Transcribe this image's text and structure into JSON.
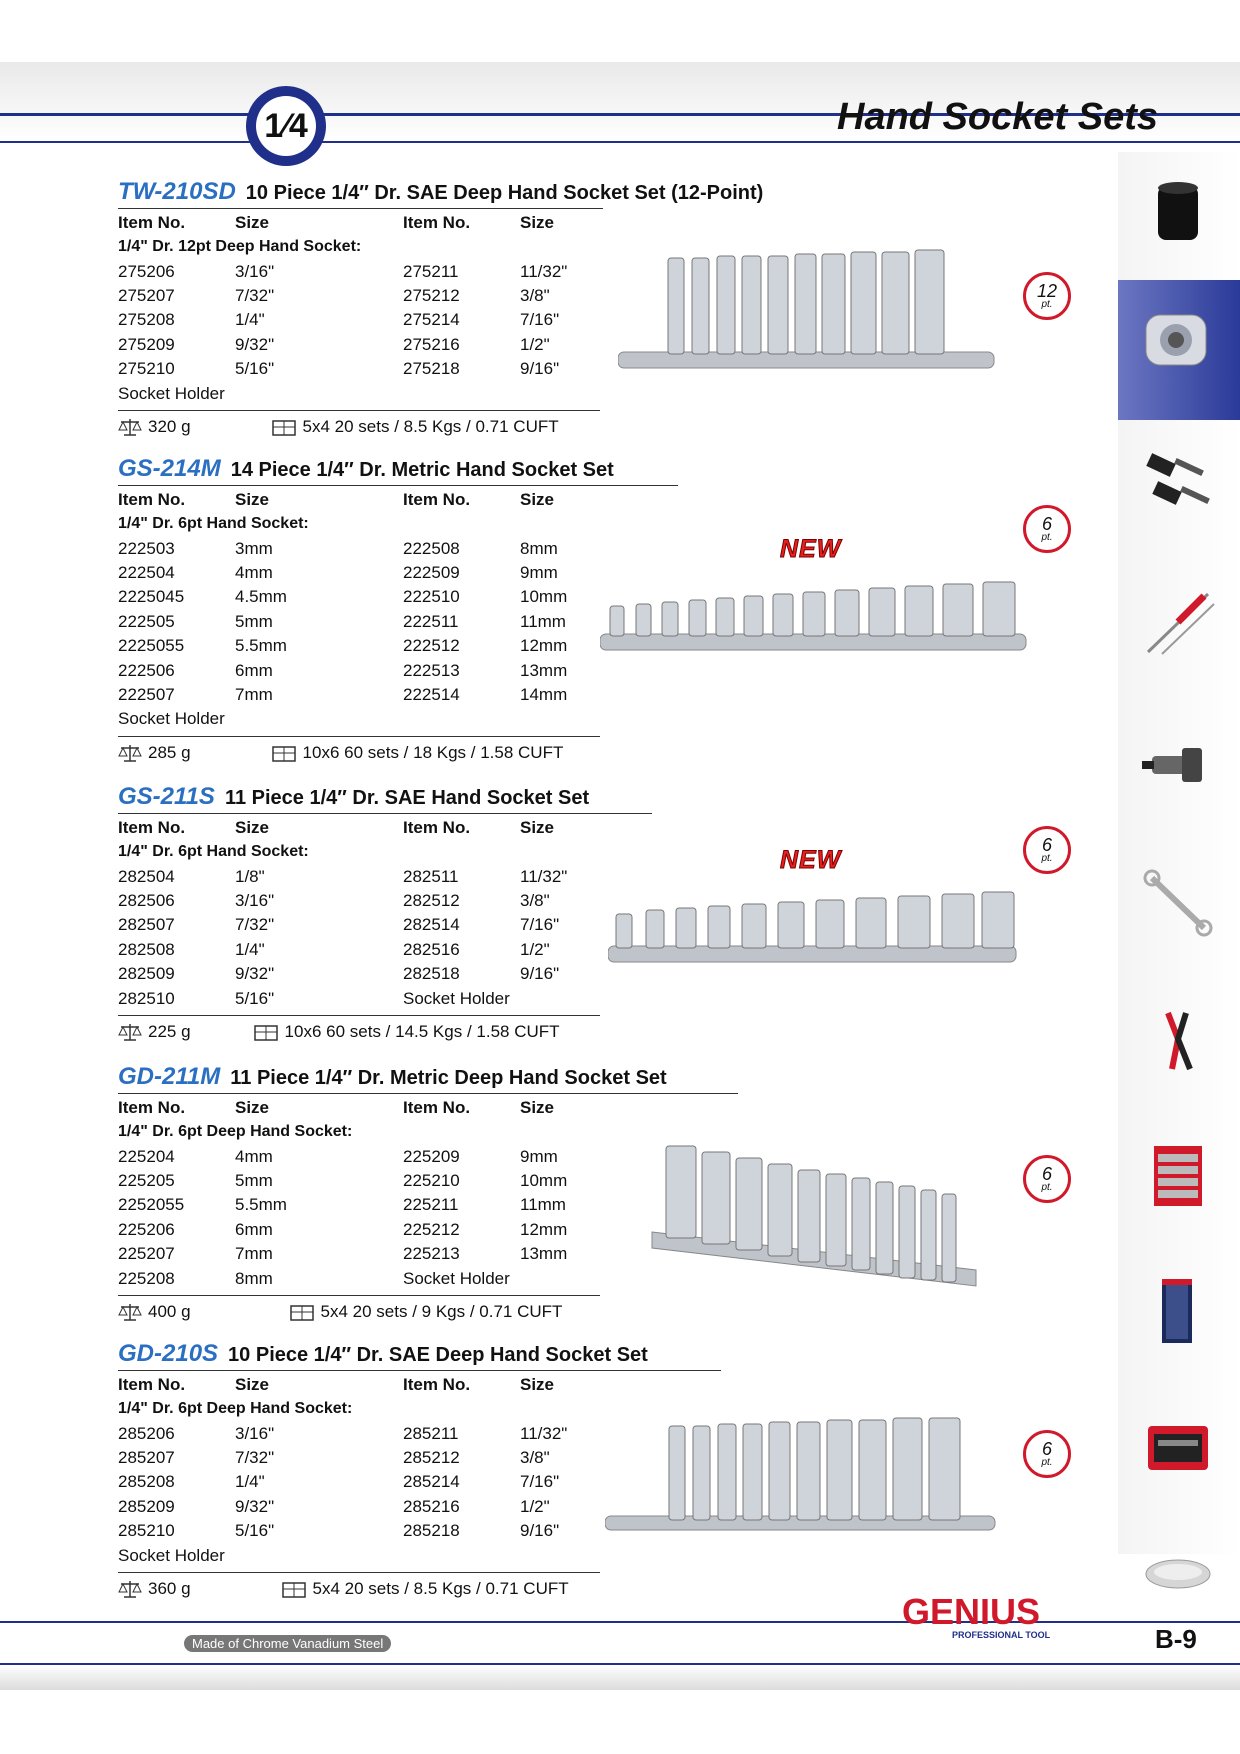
{
  "header": {
    "title": "Hand Socket Sets",
    "badge": "1⁄4"
  },
  "labels": {
    "item_no": "Item No.",
    "size": "Size"
  },
  "sections": [
    {
      "code": "TW-210SD",
      "title": "10 Piece 1/4″ Dr. SAE Deep Hand Socket Set (12-Point)",
      "subheading": "1/4\" Dr. 12pt Deep Hand Socket:",
      "rows": [
        [
          "275206",
          "3/16\"",
          "275211",
          "11/32\""
        ],
        [
          "275207",
          "7/32\"",
          "275212",
          "3/8\""
        ],
        [
          "275208",
          "1/4\"",
          "275214",
          "7/16\""
        ],
        [
          "275209",
          "9/32\"",
          "275216",
          "1/2\""
        ],
        [
          "275210",
          "5/16\"",
          "275218",
          "9/16\""
        ],
        [
          "Socket Holder",
          "",
          "",
          ""
        ]
      ],
      "weight": "320 g",
      "packing": "5x4  20 sets / 8.5 Kgs / 0.71 CUFT",
      "points": "12",
      "points_unit": "pt.",
      "new": ""
    },
    {
      "code": "GS-214M",
      "title": "14 Piece 1/4″ Dr. Metric Hand Socket Set",
      "subheading": "1/4\" Dr. 6pt Hand Socket:",
      "rows": [
        [
          "222503",
          "3mm",
          "222508",
          "8mm"
        ],
        [
          "222504",
          "4mm",
          "222509",
          "9mm"
        ],
        [
          "2225045",
          "4.5mm",
          "222510",
          "10mm"
        ],
        [
          "222505",
          "5mm",
          "222511",
          "11mm"
        ],
        [
          "2225055",
          "5.5mm",
          "222512",
          "12mm"
        ],
        [
          "222506",
          "6mm",
          "222513",
          "13mm"
        ],
        [
          "222507",
          "7mm",
          "222514",
          "14mm"
        ],
        [
          "Socket Holder",
          "",
          "",
          ""
        ]
      ],
      "weight": "285 g",
      "packing": "10x6  60 sets / 18 Kgs / 1.58 CUFT",
      "points": "6",
      "points_unit": "pt.",
      "new": "NEW"
    },
    {
      "code": "GS-211S",
      "title": "11 Piece 1/4″ Dr. SAE Hand Socket Set",
      "subheading": "1/4\" Dr. 6pt Hand Socket:",
      "rows": [
        [
          "282504",
          "1/8\"",
          "282511",
          "11/32\""
        ],
        [
          "282506",
          "3/16\"",
          "282512",
          "3/8\""
        ],
        [
          "282507",
          "7/32\"",
          "282514",
          "7/16\""
        ],
        [
          "282508",
          "1/4\"",
          "282516",
          "1/2\""
        ],
        [
          "282509",
          "9/32\"",
          "282518",
          "9/16\""
        ],
        [
          "282510",
          "5/16\"",
          "Socket Holder",
          ""
        ]
      ],
      "weight": "225 g",
      "packing": "10x6  60 sets / 14.5 Kgs / 1.58 CUFT",
      "points": "6",
      "points_unit": "pt.",
      "new": "NEW"
    },
    {
      "code": "GD-211M",
      "title": "11 Piece 1/4″ Dr. Metric Deep Hand Socket Set",
      "subheading": "1/4\" Dr. 6pt Deep Hand Socket:",
      "rows": [
        [
          "225204",
          "4mm",
          "225209",
          "9mm"
        ],
        [
          "225205",
          "5mm",
          "225210",
          "10mm"
        ],
        [
          "2252055",
          "5.5mm",
          "225211",
          "11mm"
        ],
        [
          "225206",
          "6mm",
          "225212",
          "12mm"
        ],
        [
          "225207",
          "7mm",
          "225213",
          "13mm"
        ],
        [
          "225208",
          "8mm",
          "Socket Holder",
          ""
        ]
      ],
      "weight": "400 g",
      "packing": "5x4  20 sets / 9 Kgs / 0.71 CUFT",
      "points": "6",
      "points_unit": "pt.",
      "new": ""
    },
    {
      "code": "GD-210S",
      "title": "10 Piece 1/4″ Dr. SAE Deep Hand Socket Set",
      "subheading": "1/4\" Dr. 6pt Deep Hand Socket:",
      "rows": [
        [
          "285206",
          "3/16\"",
          "285211",
          "11/32\""
        ],
        [
          "285207",
          "7/32\"",
          "285212",
          "3/8\""
        ],
        [
          "285208",
          "1/4\"",
          "285214",
          "7/16\""
        ],
        [
          "285209",
          "9/32\"",
          "285216",
          "1/2\""
        ],
        [
          "285210",
          "5/16\"",
          "285218",
          "9/16\""
        ],
        [
          "Socket Holder",
          "",
          "",
          ""
        ]
      ],
      "weight": "360 g",
      "packing": "5x4  20 sets / 8.5 Kgs / 0.71 CUFT",
      "points": "6",
      "points_unit": "pt.",
      "new": ""
    }
  ],
  "footer": {
    "note": "Made of Chrome Vanadium Steel",
    "brand": "GENIUS",
    "brand_sub": "PROFESSIONAL TOOLS",
    "page": "B-9"
  },
  "colors": {
    "accent": "#2a6fc2",
    "navy": "#1f2f8a",
    "red": "#d0192b"
  }
}
